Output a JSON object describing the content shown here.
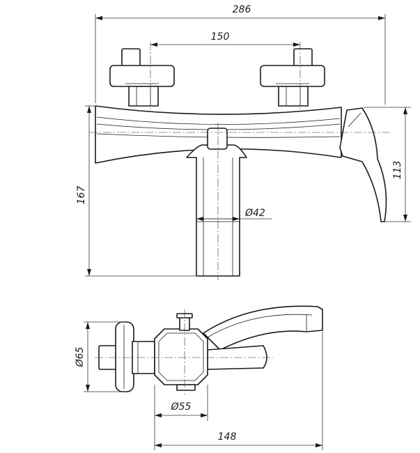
{
  "dimensions": {
    "overall_width": "286",
    "handle_spacing": "150",
    "overall_height": "167",
    "lever_height": "113",
    "outlet_diameter": "Ø42",
    "rosette_diameter": "Ø65",
    "body_diameter": "Ø55",
    "depth": "148"
  },
  "colors": {
    "line": "#1a1a1a",
    "background": "#ffffff"
  }
}
